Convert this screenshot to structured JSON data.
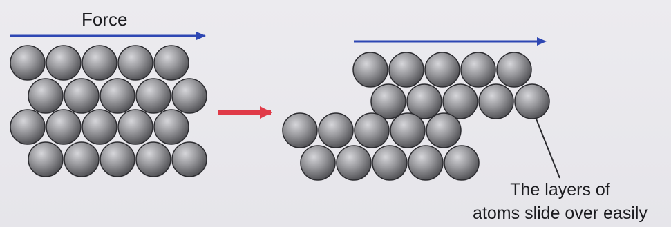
{
  "diagram": {
    "force_label": "Force",
    "caption_line1": "The layers of",
    "caption_line2": "atoms slide over easily",
    "colors": {
      "background": "#e8e7ec",
      "force_arrow": "#2e47b3",
      "transition_arrow": "#e03a48",
      "atom_light": "#c8c8cc",
      "atom_mid": "#8c8c90",
      "atom_dark": "#47474b",
      "atom_outline": "#2c2c30",
      "text": "#1b1b1f"
    }
  }
}
